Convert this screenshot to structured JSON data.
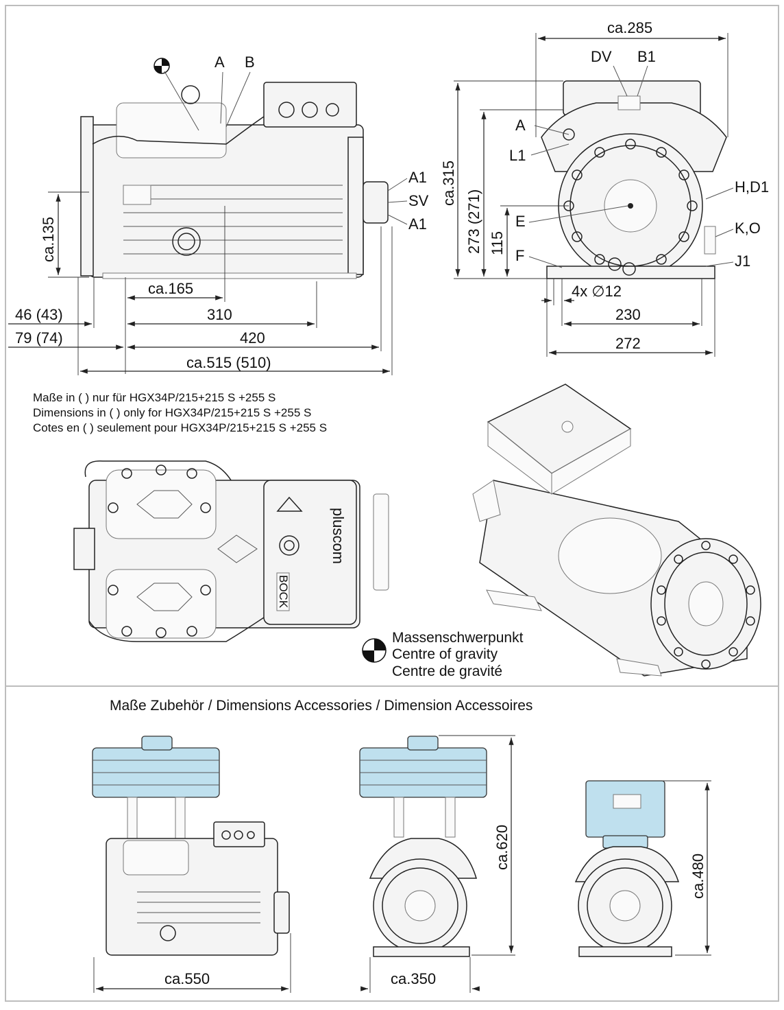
{
  "notes": {
    "de": "Maße in ( ) nur für HGX34P/215+215 S +255 S",
    "en": "Dimensions in ( ) only for HGX34P/215+215 S +255 S",
    "fr": "Cotes en ( ) seulement pour HGX34P/215+215 S +255 S"
  },
  "legend": {
    "de": "Massenschwerpunkt",
    "en": "Centre of gravity",
    "fr": "Centre de gravité"
  },
  "accessories_title": "Maße Zubehör / Dimensions Accessories / Dimension Accessoires",
  "side_view": {
    "labels": {
      "A": "A",
      "B": "B",
      "A1_top": "A1",
      "SV": "SV",
      "A1_bottom": "A1"
    },
    "dimensions": {
      "height_135": "ca.135",
      "len_165": "ca.165",
      "len_310": "310",
      "len_420": "420",
      "len_515": "ca.515 (510)",
      "off_46": "46 (43)",
      "off_79": "79 (74)"
    }
  },
  "front_view": {
    "labels": {
      "DV": "DV",
      "B1": "B1",
      "A": "A",
      "L1": "L1",
      "HD1": "H,D1",
      "E": "E",
      "KO": "K,O",
      "F": "F",
      "J1": "J1"
    },
    "dimensions": {
      "width_285": "ca.285",
      "height_315": "ca.315",
      "height_273": "273 (271)",
      "height_115": "115",
      "holes": "4x ∅12",
      "width_230": "230",
      "width_272": "272"
    }
  },
  "top_view": {
    "brand": "pluscom",
    "badge": "BOCK"
  },
  "accessories": {
    "len_550": "ca.550",
    "len_350": "ca.350",
    "height_620": "ca.620",
    "height_480": "ca.480"
  },
  "colors": {
    "frame": "#bdbdbd",
    "line": "#222222",
    "fan_tint": "#bfe0ee"
  }
}
